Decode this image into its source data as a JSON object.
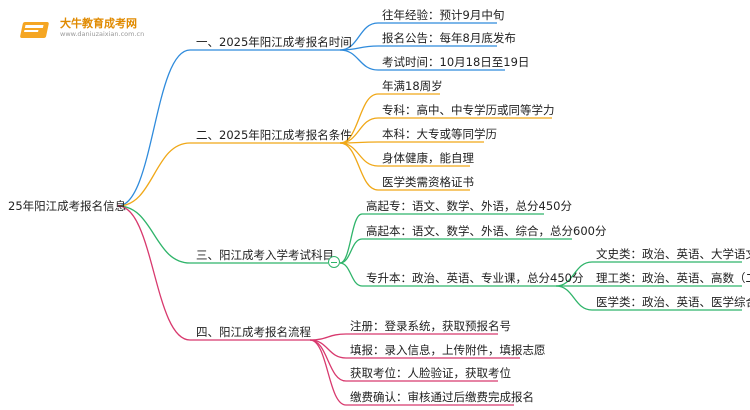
{
  "logo": {
    "title": "大牛教育成考网",
    "url": "www.daniuzaixian.com.cn"
  },
  "root": "25年阳江成考报名信息",
  "colors": {
    "blue": "#2f8bdc",
    "orange": "#f0a818",
    "green": "#2fb46a",
    "pink": "#d8396e"
  },
  "branches": [
    {
      "label": "一、2025年阳江成考报名时间",
      "color": "blue",
      "items": [
        "往年经验：预计9月中旬",
        "报名公告：每年8月底发布",
        "考试时间：10月18日至19日"
      ]
    },
    {
      "label": "二、2025年阳江成考报名条件",
      "color": "orange",
      "items": [
        "年满18周岁",
        "专科：高中、中专学历或同等学力",
        "本科：大专或等同学历",
        "身体健康，能自理",
        "医学类需资格证书"
      ]
    },
    {
      "label": "三、阳江成考入学考试科目",
      "color": "green",
      "items": [
        "高起专：语文、数学、外语，总分450分",
        "高起本：语文、数学、外语、综合，总分600分",
        "专升本：政治、英语、专业课，总分450分"
      ],
      "sub": [
        "文史类：政治、英语、大学语文",
        "理工类：政治、英语、高数（二）",
        "医学类：政治、英语、医学综合"
      ]
    },
    {
      "label": "四、阳江成考报名流程",
      "color": "pink",
      "items": [
        "注册：登录系统，获取预报名号",
        "填报：录入信息，上传附件，填报志愿",
        "获取考位：人脸验证，获取考位",
        "缴费确认：审核通过后缴费完成报名"
      ]
    }
  ]
}
